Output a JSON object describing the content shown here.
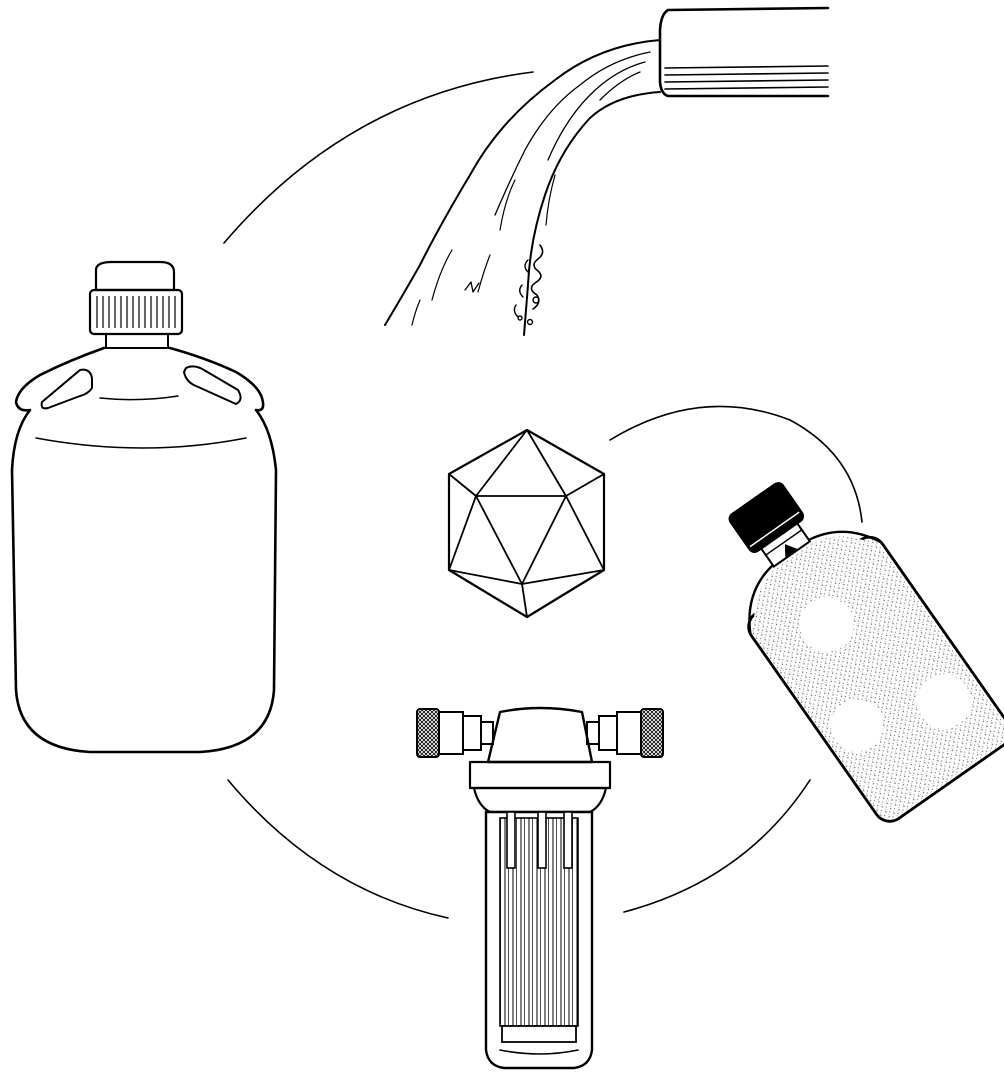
{
  "diagram": {
    "style": "black line illustration on white background",
    "colors": {
      "ink": "#000000",
      "paper": "#ffffff",
      "stipple": "#6a6a6a"
    },
    "nodes": [
      {
        "id": "virus-particle",
        "icon": "icosahedron-icon",
        "position": "center"
      },
      {
        "id": "pipe-water",
        "icon": "pipe-pouring-water-icon",
        "position": "top"
      },
      {
        "id": "sample-bottle",
        "icon": "capped-bottle-icon",
        "position": "right"
      },
      {
        "id": "cartridge-filter",
        "icon": "water-filter-housing-icon",
        "position": "bottom"
      },
      {
        "id": "carboy",
        "icon": "carboy-jug-icon",
        "position": "left"
      }
    ],
    "connectors": {
      "shape": "circular arcs",
      "count": 4
    }
  }
}
